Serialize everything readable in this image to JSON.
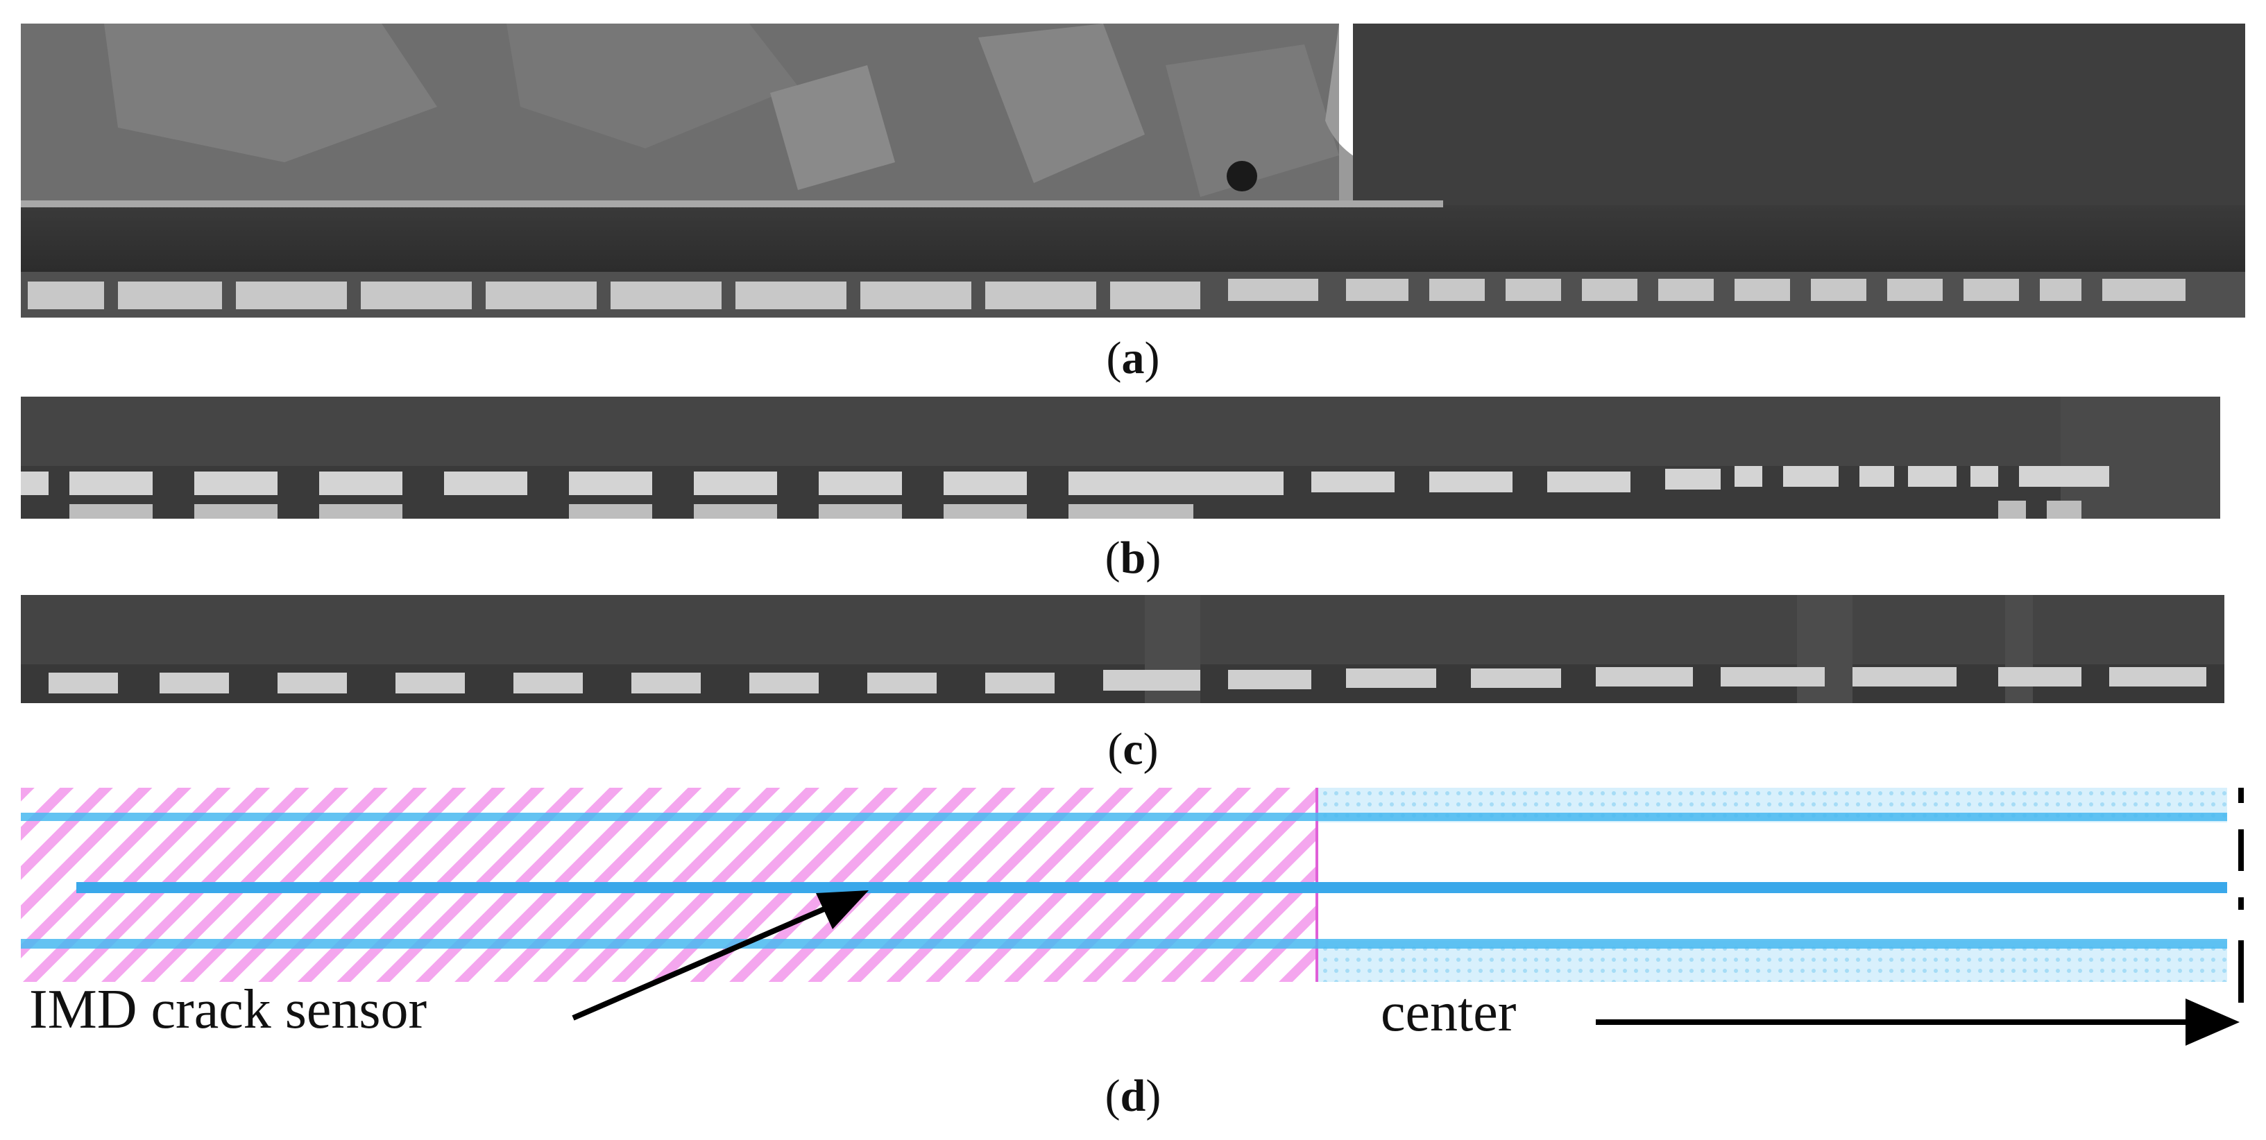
{
  "figure": {
    "panels": [
      {
        "id": "a",
        "caption_open": "(",
        "caption_letter": "a",
        "caption_close": ")"
      },
      {
        "id": "b",
        "caption_open": "(",
        "caption_letter": "b",
        "caption_close": ")"
      },
      {
        "id": "c",
        "caption_open": "(",
        "caption_letter": "c",
        "caption_close": ")"
      },
      {
        "id": "d",
        "caption_open": "(",
        "caption_letter": "d",
        "caption_close": ")"
      }
    ],
    "annotations": {
      "sensor_label": "IMD crack sensor",
      "center_label": "center"
    },
    "colors": {
      "sem_background": "#4a4a4a",
      "metal_line": "#d8d8d8",
      "hatch_magenta": "#f48ae8",
      "trace_blue": "#48b8f0",
      "arrow": "#000000"
    }
  }
}
